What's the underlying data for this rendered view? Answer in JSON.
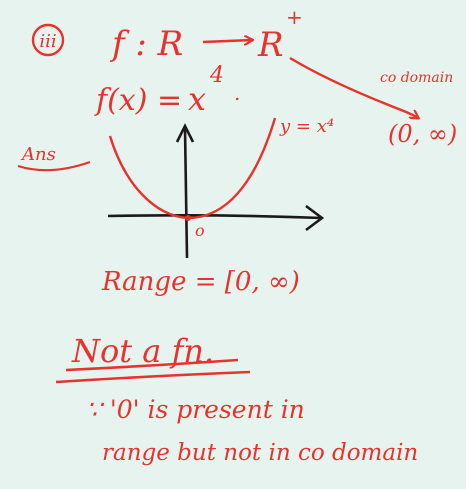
{
  "colors": {
    "background": "#e6f3ee",
    "ink_red": "#e8322e",
    "ink_black": "#1a1a1a"
  },
  "note": {
    "part_label": "iii",
    "mapping": {
      "f": "f : R",
      "codomain_set": "R",
      "superscript": "+"
    },
    "codomain": {
      "label": "co domain",
      "interval": "(0, ∞)"
    },
    "function_def": {
      "lhs": "f(x) =",
      "base": "x",
      "exponent": "4",
      "period": "."
    },
    "graph": {
      "curve_label": "y = x⁴",
      "origin_label": "o",
      "side_mark": "Ans"
    },
    "range": "Range = [0, ∞)",
    "conclusion": "Not a fn.",
    "reason_line1": "∵ '0' is present in",
    "reason_line2": "range but not in co domain"
  }
}
